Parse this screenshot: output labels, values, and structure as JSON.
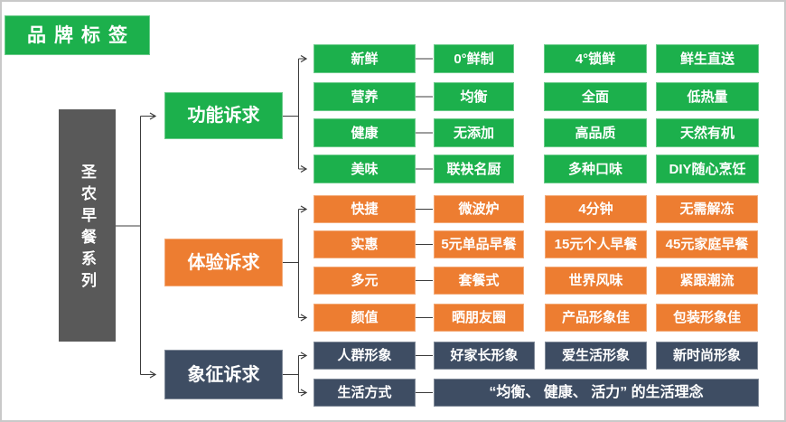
{
  "badge": {
    "label": "品牌标签"
  },
  "root": {
    "label": "圣农早餐系列"
  },
  "colors": {
    "green": "#1cb04c",
    "orange": "#ed7d31",
    "dark_slate": "#3e4d63",
    "root_gray": "#595959",
    "connector": "#3c3c3c"
  },
  "sections": [
    {
      "label": "功能诉求",
      "rows": [
        [
          "新鲜",
          "0°鲜制",
          "4°锁鲜",
          "鲜生直送"
        ],
        [
          "营养",
          "均衡",
          "全面",
          "低热量"
        ],
        [
          "健康",
          "无添加",
          "高品质",
          "天然有机"
        ],
        [
          "美味",
          "联袂名厨",
          "多种口味",
          "DIY随心烹饪"
        ]
      ]
    },
    {
      "label": "体验诉求",
      "rows": [
        [
          "快捷",
          "微波炉",
          "4分钟",
          "无需解冻"
        ],
        [
          "实惠",
          "5元单品早餐",
          "15元个人早餐",
          "45元家庭早餐"
        ],
        [
          "多元",
          "套餐式",
          "世界风味",
          "紧跟潮流"
        ],
        [
          "颜值",
          "晒朋友圈",
          "产品形象佳",
          "包装形象佳"
        ]
      ]
    },
    {
      "label": "象征诉求",
      "rows": [
        [
          "人群形象",
          "好家长形象",
          "爱生活形象",
          "新时尚形象"
        ]
      ],
      "life_row": {
        "label": "生活方式",
        "value": "“均衡、 健康、 活力” 的生活理念"
      }
    }
  ]
}
